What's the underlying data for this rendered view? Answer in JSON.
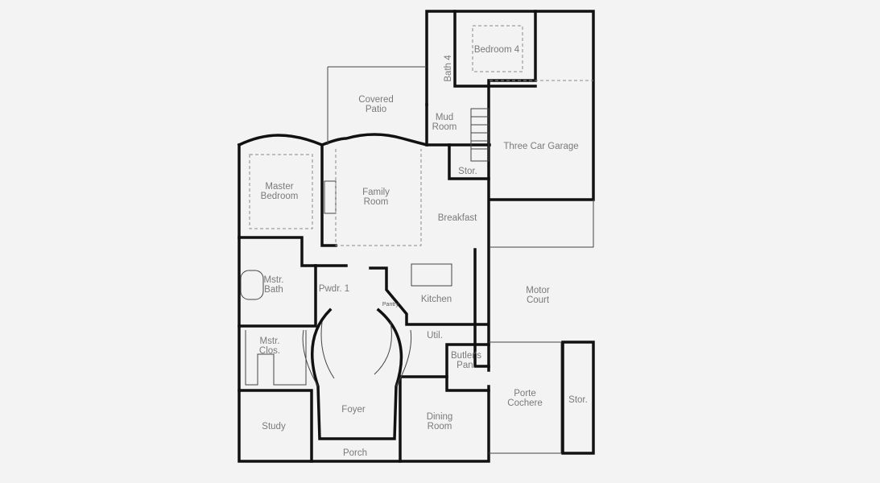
{
  "floorplan": {
    "rooms": {
      "bedroom4": "Bedroom 4",
      "bath4": "Bath 4",
      "covered_patio": "Covered\nPatio",
      "mud_room": "Mud\nRoom",
      "three_car_garage": "Three Car Garage",
      "storage_upper": "Stor.",
      "master_bedroom": "Master\nBedroom",
      "family_room": "Family\nRoom",
      "breakfast": "Breakfast",
      "master_bath": "Mstr.\nBath",
      "powder1": "Pwdr. 1",
      "kitchen": "Kitchen",
      "pantry": "Pantry",
      "motor_court": "Motor\nCourt",
      "utility": "Util.",
      "master_closet": "Mstr.\nClos.",
      "butlers_pantry": "Butler's\nPan.",
      "porte_cochere": "Porte\nCochere",
      "storage_lower": "Stor.",
      "foyer": "Foyer",
      "dining_room": "Dining\nRoom",
      "study": "Study",
      "porch": "Porch"
    },
    "colors": {
      "wall": "#111111",
      "label": "#7a7a7a",
      "background": "#f3f3f3"
    }
  }
}
